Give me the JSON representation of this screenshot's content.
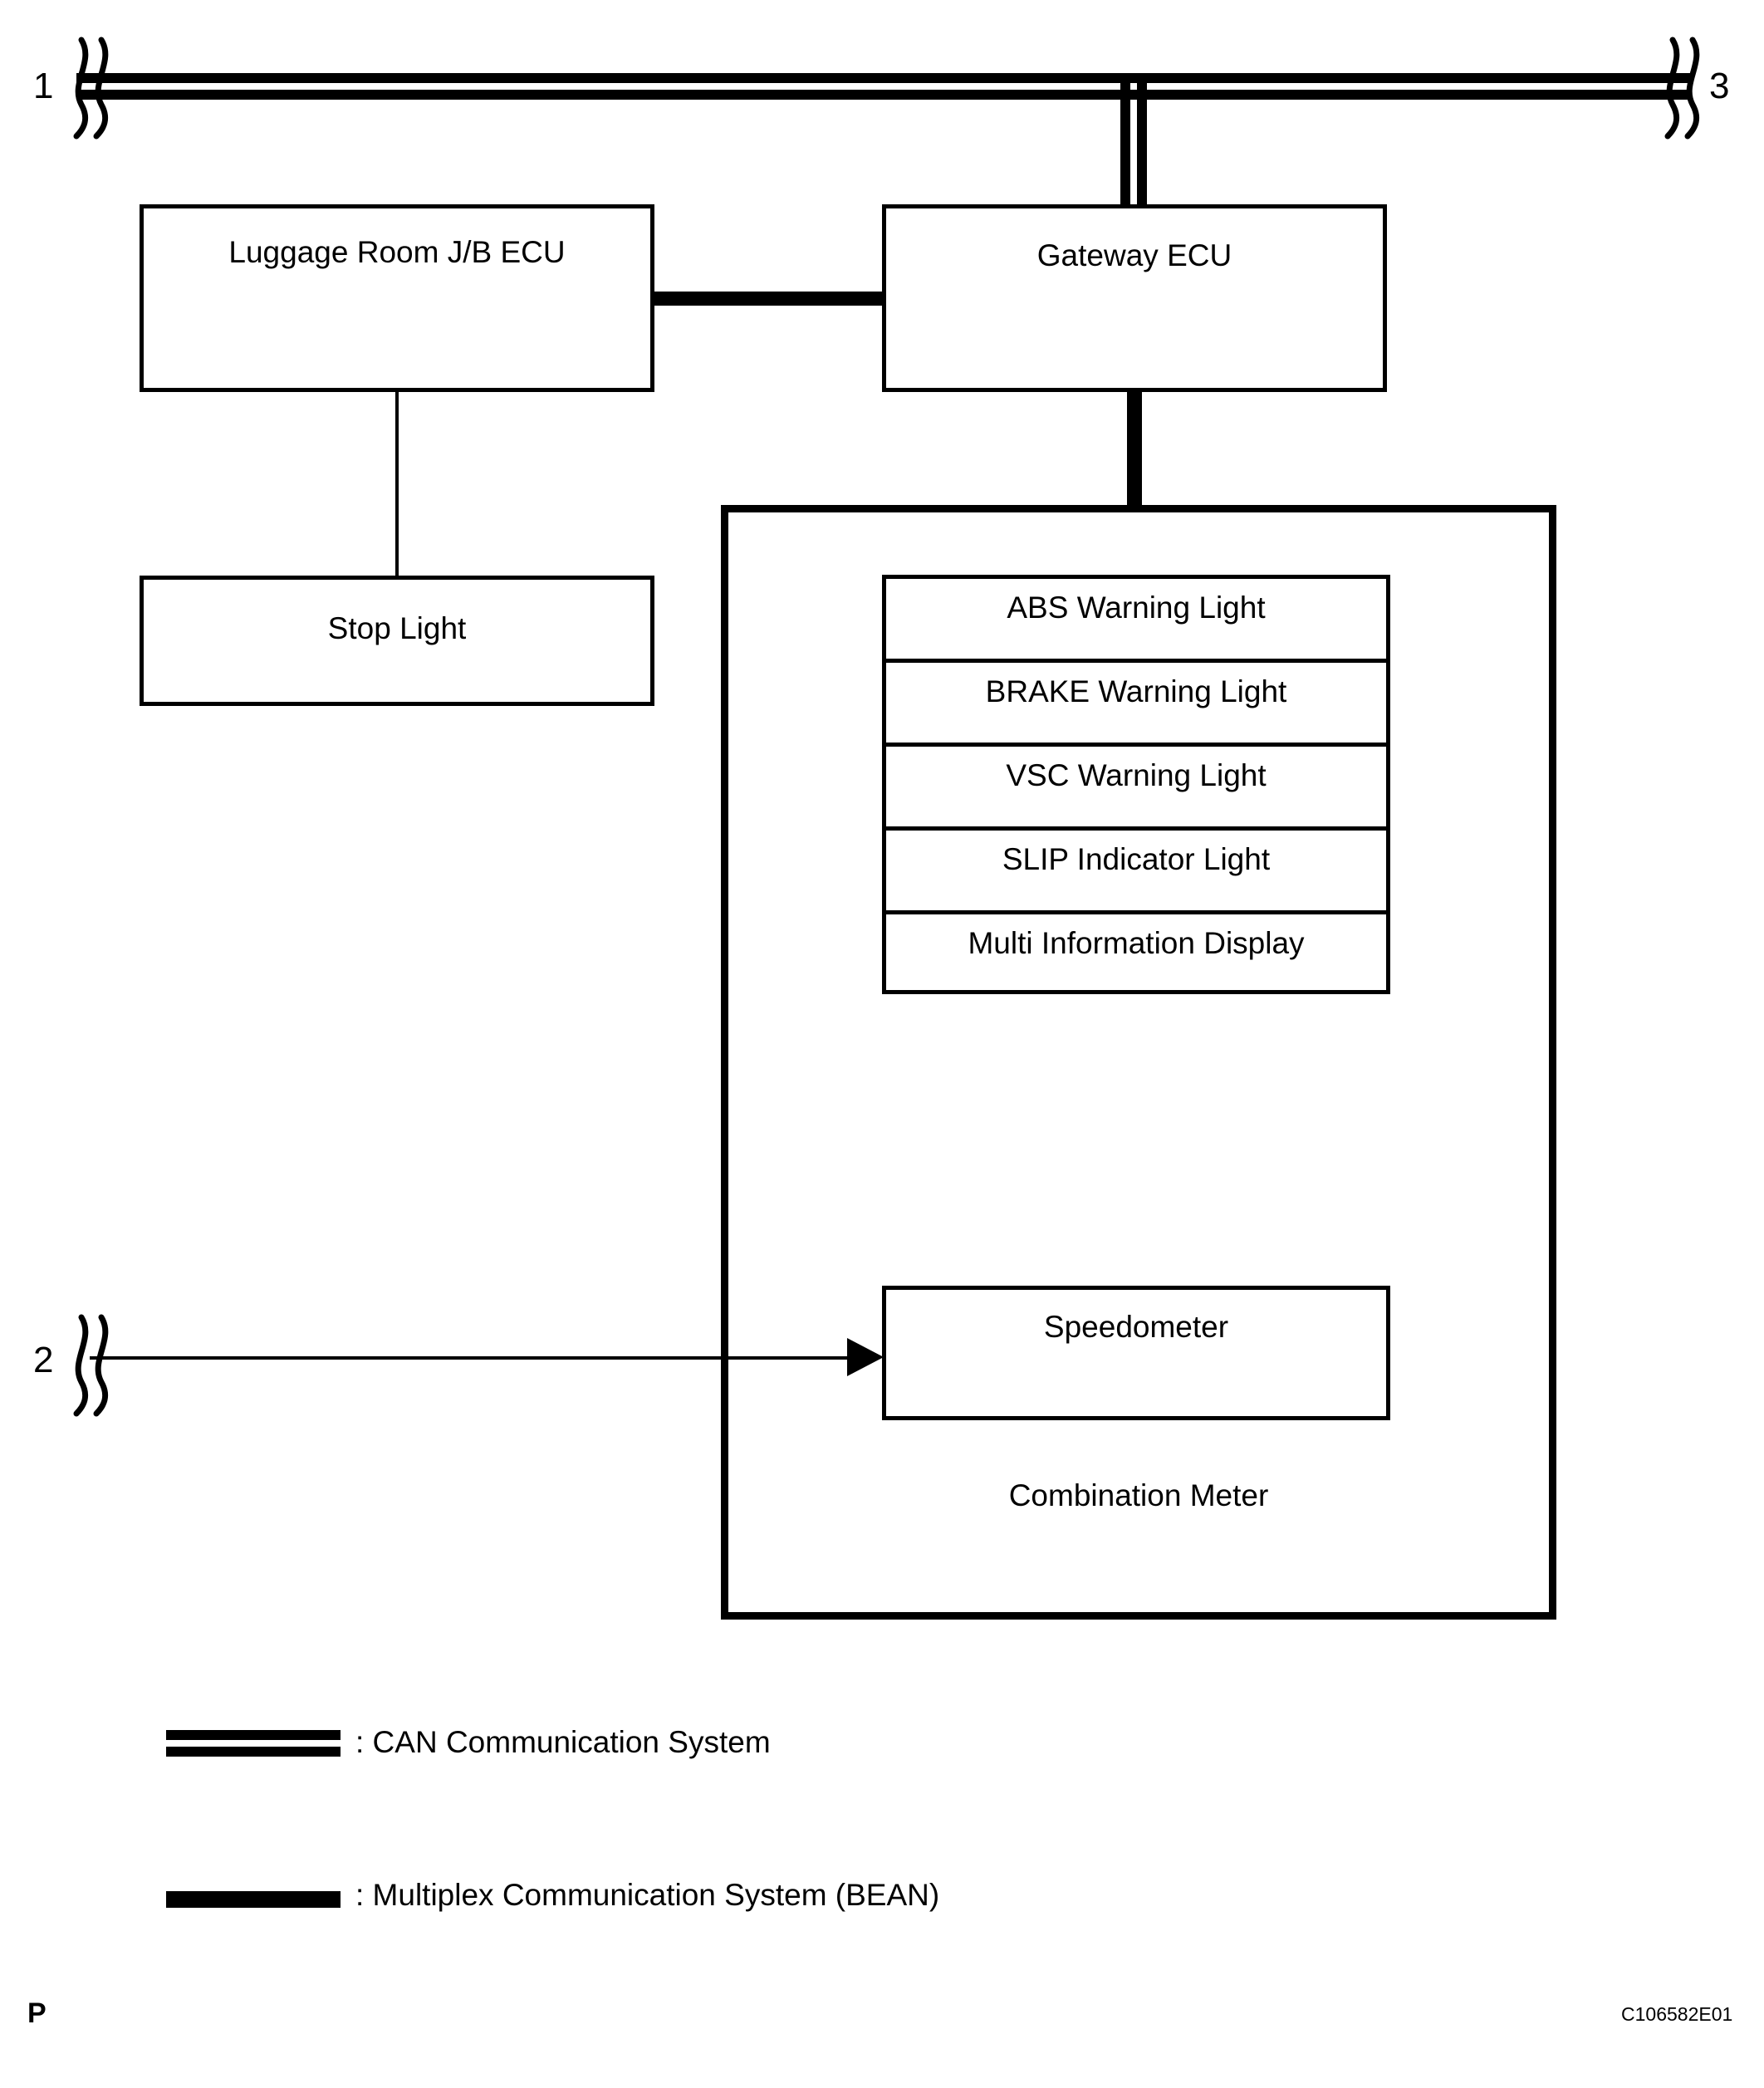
{
  "diagram": {
    "figure_id": "C106582E01",
    "page_mark": "P",
    "break_markers": [
      {
        "number": "1",
        "position": "top-left"
      },
      {
        "number": "3",
        "position": "top-right"
      },
      {
        "number": "2",
        "position": "left-middle"
      }
    ],
    "nodes": {
      "luggage_room_jb_ecu": "Luggage Room J/B ECU",
      "gateway_ecu": "Gateway ECU",
      "stop_light": "Stop Light",
      "combination_meter": "Combination Meter",
      "speedometer": "Speedometer"
    },
    "warning_lights": [
      "ABS Warning Light",
      "BRAKE Warning Light",
      "VSC Warning Light",
      "SLIP Indicator Light",
      "Multi Information Display"
    ],
    "legend": [
      {
        "swatch": "can-bus-swatch",
        "label": ": CAN Communication System"
      },
      {
        "swatch": "bean-line-swatch",
        "label": ": Multiplex Communication System (BEAN)"
      }
    ],
    "colors": {
      "line": "#000000",
      "background": "#ffffff"
    }
  }
}
